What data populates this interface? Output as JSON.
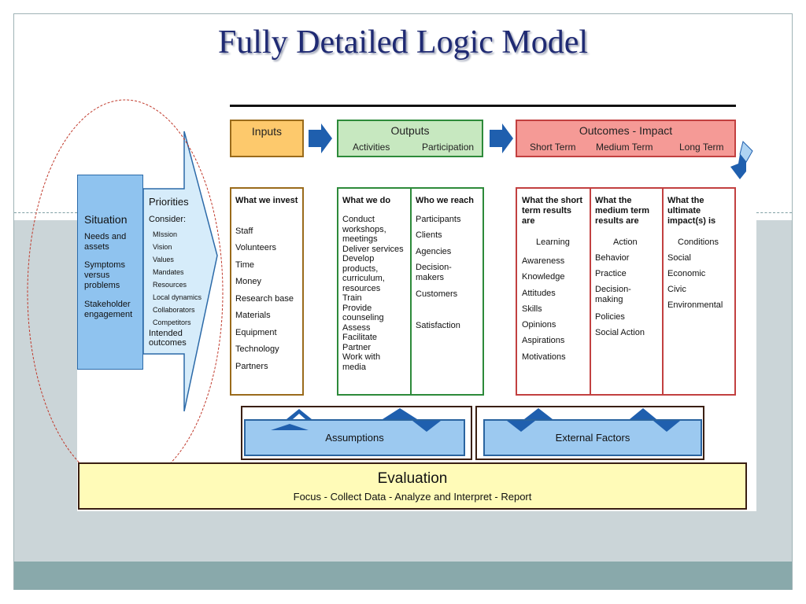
{
  "slide": {
    "title": "Fully Detailed Logic Model"
  },
  "header": {
    "inputs": "Inputs",
    "outputs": "Outputs",
    "outputs_sub": [
      "Activities",
      "Participation"
    ],
    "outcomes": "Outcomes - Impact",
    "outcomes_sub": [
      "Short Term",
      "Medium Term",
      "Long Term"
    ]
  },
  "situation": {
    "title": "Situation",
    "items": [
      "Needs and assets",
      "Symptoms versus problems",
      "Stakeholder engagement"
    ]
  },
  "priorities": {
    "title": "Priorities",
    "consider": "Consider:",
    "items": [
      "MIssion",
      "Vision",
      "Values",
      "Mandates",
      "Resources",
      "Local dynamics",
      "Collaborators",
      "Competitors"
    ],
    "outcomes": "Intended outcomes"
  },
  "inputs_col": {
    "heading": "What we invest",
    "items": [
      "Staff",
      "Volunteers",
      "Time",
      "Money",
      "Research base",
      "Materials",
      "Equipment",
      "Technology",
      "Partners"
    ]
  },
  "activities_col": {
    "heading": "What we do",
    "items": [
      "Conduct workshops, meetings",
      "Deliver services",
      "Develop products, curriculum, resources",
      "Train",
      "Provide counseling",
      "Assess",
      "Facilitate",
      "Partner",
      "Work with media"
    ]
  },
  "participation_col": {
    "heading": "Who we reach",
    "items": [
      "Participants",
      "Clients",
      "Agencies",
      "Decision-makers",
      "Customers",
      "Satisfaction"
    ]
  },
  "short_col": {
    "heading": "What the short term results are",
    "subhead": "Learning",
    "items": [
      "Awareness",
      "Knowledge",
      "Attitudes",
      "Skills",
      "Opinions",
      "Aspirations",
      "Motivations"
    ]
  },
  "medium_col": {
    "heading": "What the medium term results are",
    "subhead": "Action",
    "items": [
      "Behavior",
      "Practice",
      "Decision-making",
      "Policies",
      "Social Action"
    ]
  },
  "long_col": {
    "heading": "What the ultimate impact(s) is",
    "subhead": "Conditions",
    "items": [
      "Social",
      "Economic",
      "Civic",
      "Environmental"
    ]
  },
  "assumptions": "Assumptions",
  "external_factors": "External Factors",
  "evaluation": {
    "title": "Evaluation",
    "subtitle": "Focus - Collect Data - Analyze and Interpret - Report"
  },
  "colors": {
    "inputs_fill": "#fdc96c",
    "inputs_border": "#9a6b1b",
    "outputs_fill": "#c7e8c0",
    "outputs_border": "#2d8a3a",
    "outcomes_fill": "#f59a96",
    "outcomes_border": "#c24040",
    "arrow_blue": "#1f5fae",
    "title": "#1f2a73"
  }
}
